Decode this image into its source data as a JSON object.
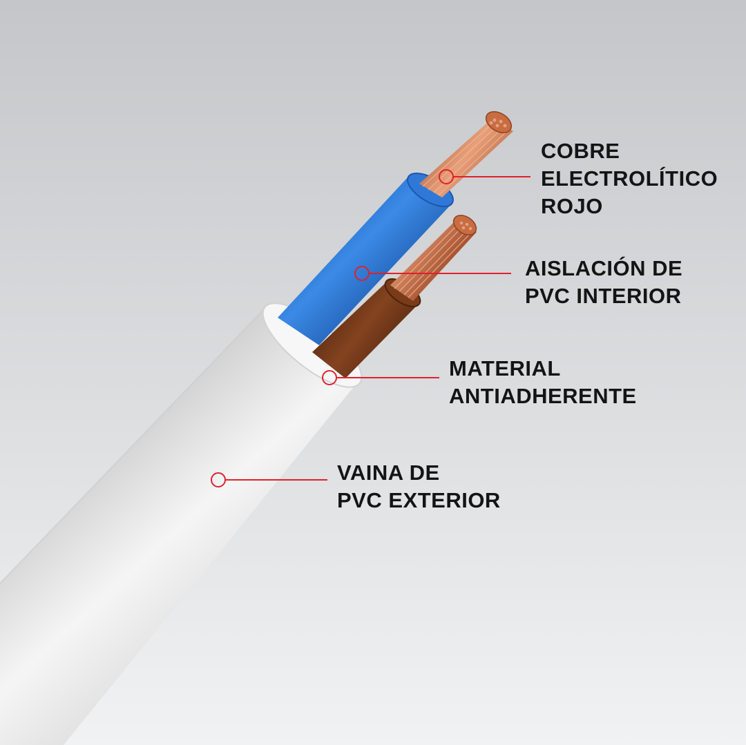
{
  "callouts": [
    {
      "id": "cobre",
      "lines": [
        "COBRE",
        "ELECTROLÍTICO",
        "ROJO"
      ]
    },
    {
      "id": "aislacion",
      "lines": [
        "AISLACIÓN DE",
        "PVC INTERIOR"
      ]
    },
    {
      "id": "material",
      "lines": [
        "MATERIAL",
        "ANTIADHERENTE"
      ]
    },
    {
      "id": "vaina",
      "lines": [
        "VAINA DE",
        "PVC EXTERIOR"
      ]
    }
  ],
  "colors": {
    "leader": "#e0202a",
    "label_text": "#141414",
    "sheath": "#eeeeee",
    "blue_insulation": "#2f77d6",
    "brown_insulation": "#6e3415",
    "copper": "#c8734a"
  }
}
